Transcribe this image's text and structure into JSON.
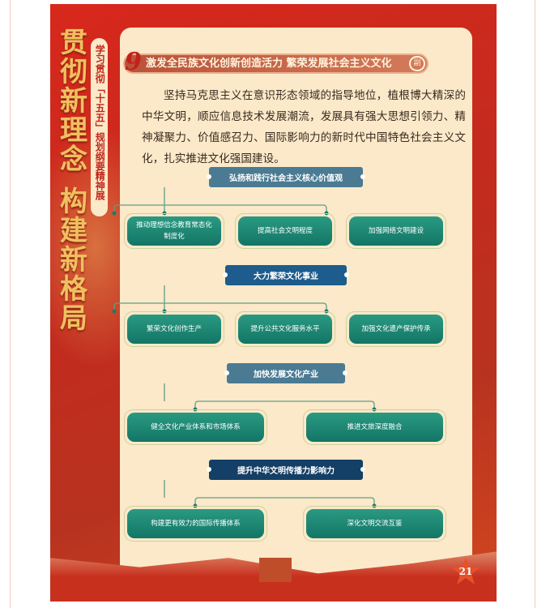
{
  "side": {
    "title_lines": [
      "贯彻新理念",
      "构建新格局"
    ],
    "subtitle": "学习贯彻「十五五」规划纲要精神展"
  },
  "section": {
    "number": "9",
    "title": "激发全民族文化创新创造活力 繁荣发展社会主义文化",
    "badge": "副"
  },
  "paragraph": "坚持马克思主义在意识形态领域的指导地位，植根博大精深的中华文明，顺应信息技术发展潮流，发展具有强大思想引领力、精神凝聚力、价值感召力、国际影响力的新时代中国特色社会主义文化，扎实推进文化强国建设。",
  "groups": [
    {
      "title": "弘扬和践行社会主义核心价值观",
      "color": "#4a7b93",
      "items": [
        "推动理想信念教育常态化制度化",
        "提高社会文明程度",
        "加强网络文明建设"
      ]
    },
    {
      "title": "大力繁荣文化事业",
      "color": "#1d5c8c",
      "items": [
        "繁荣文化创作生产",
        "提升公共文化服务水平",
        "加强文化遗产保护传承"
      ]
    },
    {
      "title": "加快发展文化产业",
      "color": "#4a7b93",
      "items": [
        "健全文化产业体系和市场体系",
        "推进文旅深度融合"
      ]
    },
    {
      "title": "提升中华文明传播力影响力",
      "color": "#143f66",
      "items": [
        "构建更有效力的国际传播体系",
        "深化文明交流互鉴"
      ]
    }
  ],
  "page_number": "21"
}
